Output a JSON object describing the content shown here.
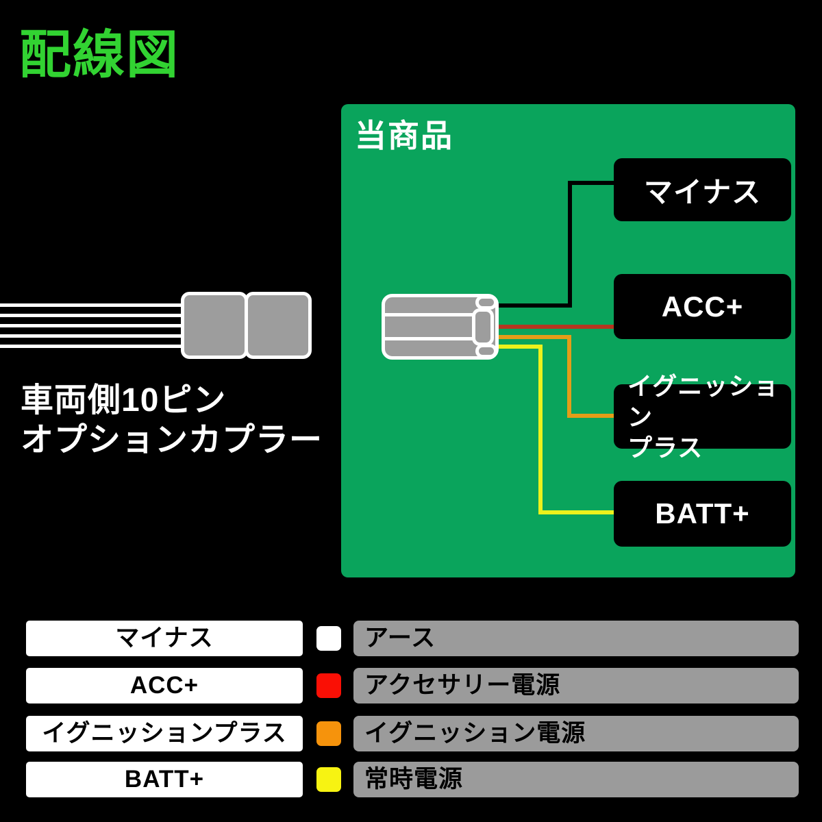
{
  "title": "配線図",
  "colors": {
    "title-green": "#32d332",
    "panel-green": "#0aa45c",
    "connector-gray": "#9d9d9d",
    "legend-gray": "#9b9b9b",
    "wire-black": "#000000",
    "wire-red": "#b63620",
    "wire-orange": "#e49d18",
    "wire-yellow": "#ecf11c",
    "wire-white": "#ffffff"
  },
  "product_panel": {
    "label": "当商品",
    "terminals": [
      {
        "label": "マイナス",
        "wire": "black"
      },
      {
        "label": "ACC+",
        "wire": "red"
      },
      {
        "label": "イグニッション\nプラス",
        "wire": "orange"
      },
      {
        "label": "BATT+",
        "wire": "yellow"
      }
    ]
  },
  "vehicle_connector": {
    "label_line1": "車両側10ピン",
    "label_line2": "オプションカプラー"
  },
  "legend": {
    "rows": [
      {
        "name": "マイナス",
        "swatch": "#ffffff",
        "meaning": "アース"
      },
      {
        "name": "ACC+",
        "swatch": "#fa0f05",
        "meaning": "アクセサリー電源"
      },
      {
        "name": "イグニッションプラス",
        "swatch": "#f6930c",
        "meaning": "イグニッション電源"
      },
      {
        "name": "BATT+",
        "swatch": "#f7f312",
        "meaning": "常時電源"
      }
    ]
  }
}
